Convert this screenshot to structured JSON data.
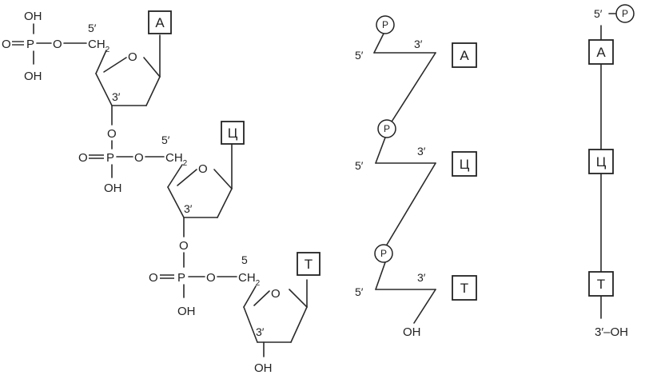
{
  "detailed": {
    "unit1": {
      "base": "А",
      "oh_top": "OH",
      "o_eq": "O",
      "p": "P",
      "o_link": "O",
      "oh_bottom": "OH",
      "c5_label": "5′",
      "ch2": "CH",
      "ch2_sub": "2",
      "ring_o": "O",
      "c3_label": "3′"
    },
    "link1": {
      "o_bridge": "O",
      "o_eq": "O",
      "p": "P",
      "o_link": "O",
      "oh": "OH"
    },
    "unit2": {
      "base": "Ц",
      "c5_label": "5′",
      "ch2": "CH",
      "ch2_sub": "2",
      "ring_o": "O",
      "c3_label": "3′"
    },
    "link2": {
      "o_bridge": "O",
      "o_eq": "O",
      "p": "P",
      "o_link": "O",
      "oh": "OH"
    },
    "unit3": {
      "base": "Т",
      "c5_label": "5",
      "ch2": "CH",
      "ch2_sub": "2",
      "ring_o": "O",
      "c3_label": "3′",
      "oh": "OH"
    }
  },
  "skeletal": {
    "p_label": "P",
    "c5_label": "5′",
    "c3_label": "3′",
    "bases": [
      "А",
      "Ц",
      "Т"
    ],
    "oh": "OH"
  },
  "compact": {
    "top_label": "5′",
    "p_label": "P",
    "bases": [
      "А",
      "Ц",
      "Т"
    ],
    "bottom_label": "3′–OH"
  }
}
